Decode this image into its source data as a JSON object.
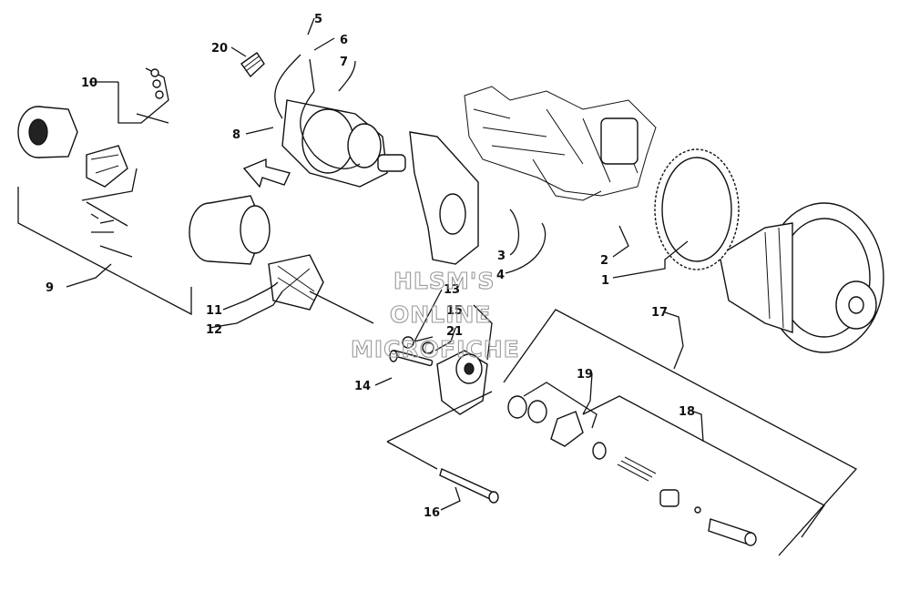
{
  "callouts": [
    "1",
    "2",
    "3",
    "4",
    "5",
    "6",
    "7",
    "8",
    "9",
    "10",
    "11",
    "12",
    "13",
    "14",
    "15",
    "16",
    "17",
    "18",
    "19",
    "20",
    "21"
  ],
  "watermark": [
    "HLSM'S",
    "ONLINE",
    "MICROFICHE"
  ]
}
